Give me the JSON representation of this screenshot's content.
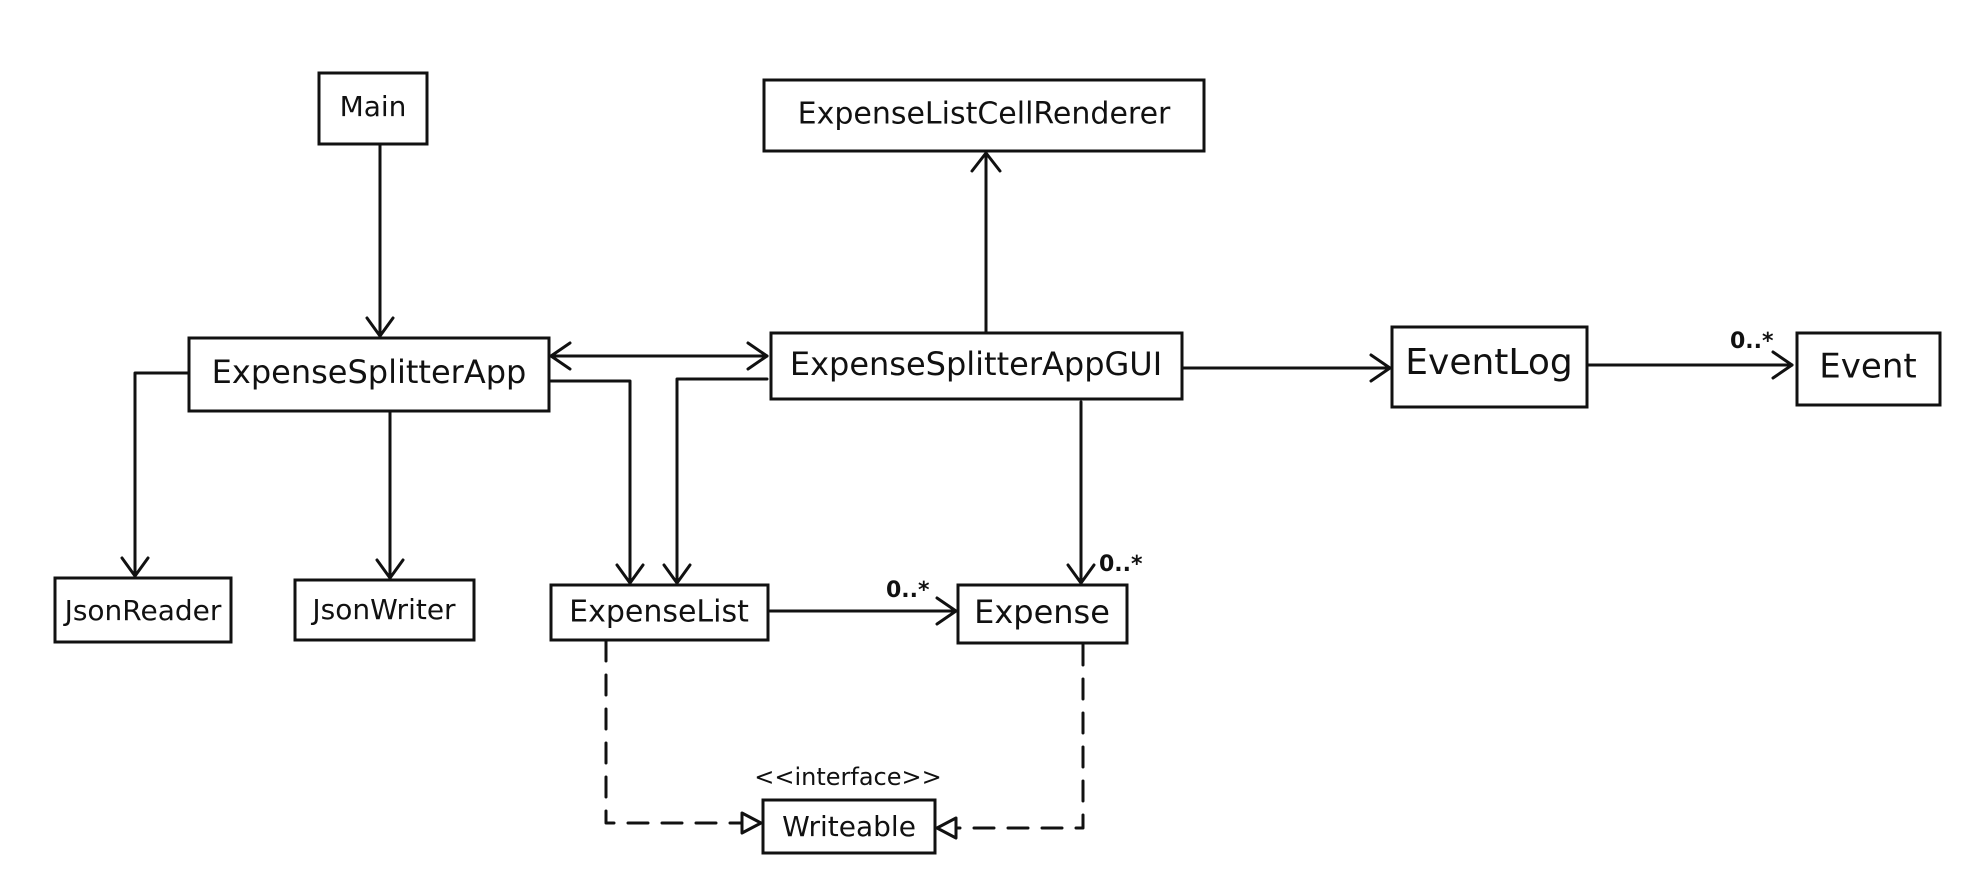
{
  "classes": {
    "main": "Main",
    "cell_renderer": "ExpenseListCellRenderer",
    "app": "ExpenseSplitterApp",
    "gui": "ExpenseSplitterAppGUI",
    "event_log": "EventLog",
    "event": "Event",
    "json_reader": "JsonReader",
    "json_writer": "JsonWriter",
    "expense_list": "ExpenseList",
    "expense": "Expense",
    "writeable": "Writeable"
  },
  "stereotypes": {
    "writeable": "<<interface>>"
  },
  "multiplicities": {
    "eventlog_to_event": "0..*",
    "expenselist_to_expense": "0..*",
    "gui_to_expense": "0..*"
  },
  "relations": [
    {
      "from": "Main",
      "to": "ExpenseSplitterApp",
      "type": "association"
    },
    {
      "from": "ExpenseSplitterApp",
      "to": "ExpenseSplitterAppGUI",
      "type": "bidirectional-association"
    },
    {
      "from": "ExpenseSplitterAppGUI",
      "to": "ExpenseListCellRenderer",
      "type": "association"
    },
    {
      "from": "ExpenseSplitterAppGUI",
      "to": "EventLog",
      "type": "association"
    },
    {
      "from": "EventLog",
      "to": "Event",
      "type": "association",
      "multiplicity": "0..*"
    },
    {
      "from": "ExpenseSplitterApp",
      "to": "JsonReader",
      "type": "association"
    },
    {
      "from": "ExpenseSplitterApp",
      "to": "JsonWriter",
      "type": "association"
    },
    {
      "from": "ExpenseSplitterApp",
      "to": "ExpenseList",
      "type": "association"
    },
    {
      "from": "ExpenseSplitterAppGUI",
      "to": "ExpenseList",
      "type": "association"
    },
    {
      "from": "ExpenseSplitterAppGUI",
      "to": "Expense",
      "type": "association",
      "multiplicity": "0..*"
    },
    {
      "from": "ExpenseList",
      "to": "Expense",
      "type": "association",
      "multiplicity": "0..*"
    },
    {
      "from": "ExpenseList",
      "to": "Writeable",
      "type": "realization"
    },
    {
      "from": "Expense",
      "to": "Writeable",
      "type": "realization"
    }
  ]
}
